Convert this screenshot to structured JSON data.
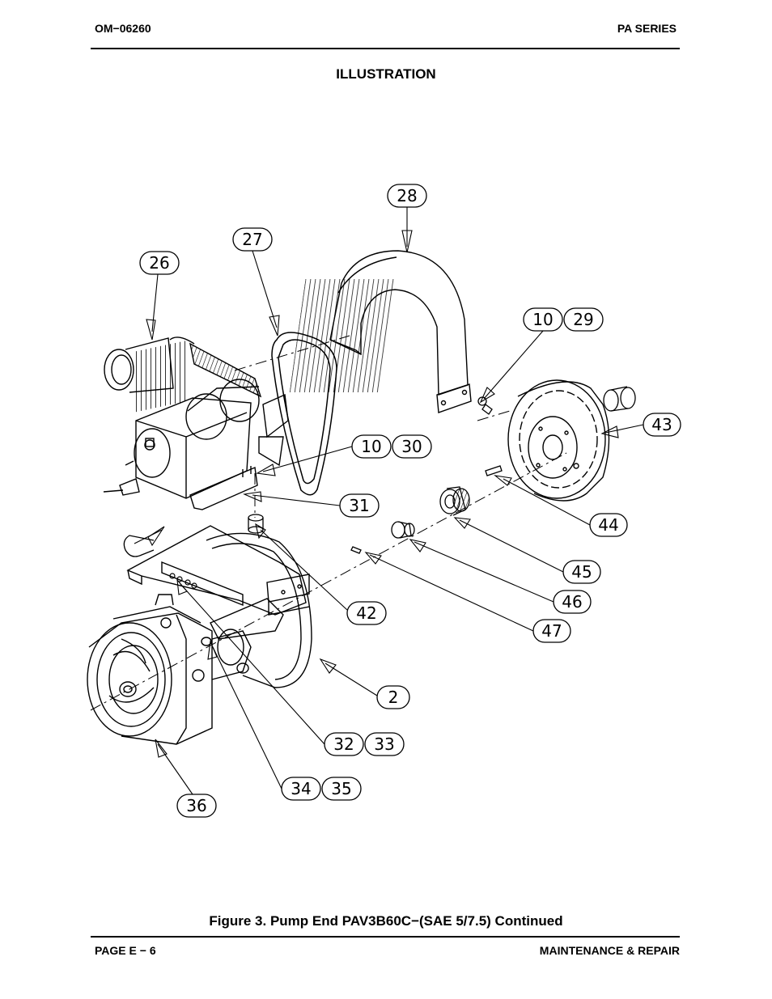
{
  "header": {
    "doc_number": "OM−06260",
    "series": "PA SERIES"
  },
  "section_title": "ILLUSTRATION",
  "callouts": [
    "28",
    "27",
    "26",
    "10",
    "29",
    "43",
    "10",
    "30",
    "31",
    "44",
    "45",
    "46",
    "42",
    "47",
    "2",
    "32",
    "33",
    "34",
    "35",
    "36"
  ],
  "figure_caption": "Figure 3. Pump End PAV3B60C−(SAE 5/7.5) Continued",
  "footer": {
    "page": "PAGE E − 6",
    "section": "MAINTENANCE & REPAIR"
  }
}
